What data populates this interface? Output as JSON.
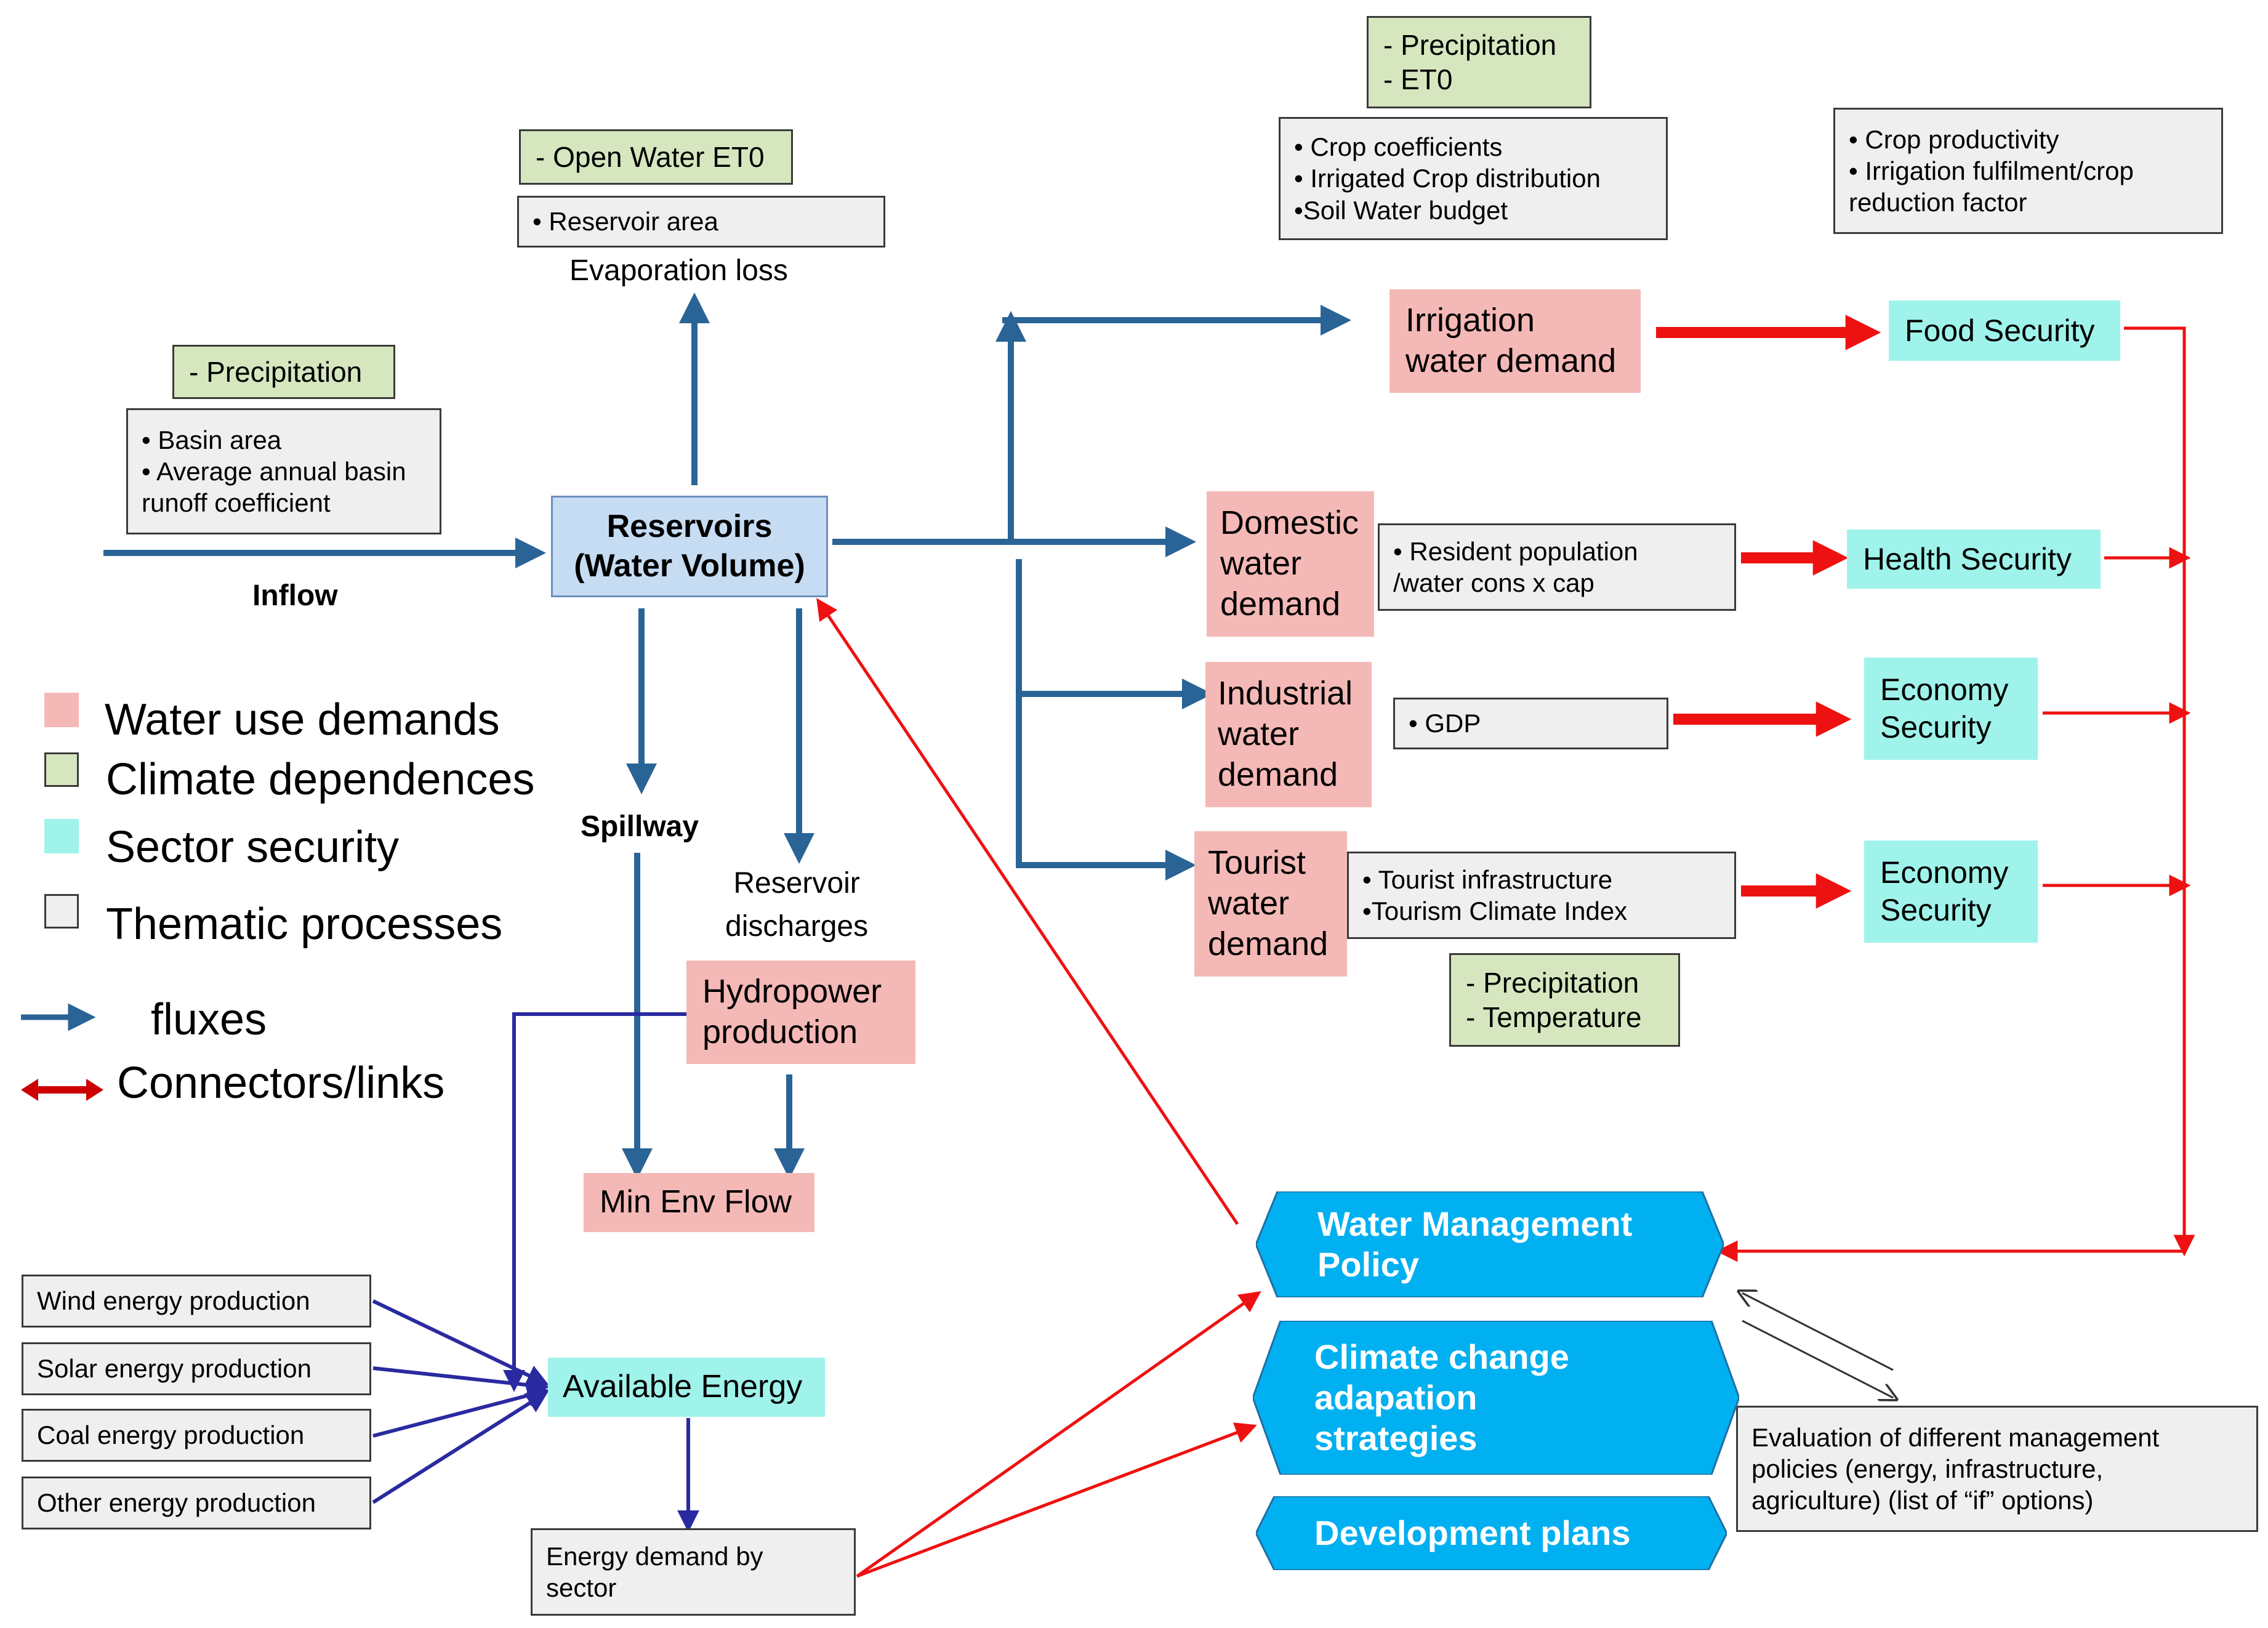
{
  "colors": {
    "flux": "#2a6496",
    "link": "#ee1111",
    "energy_link": "#2a2aa0",
    "demand": "#f4b9b6",
    "climate": "#d6e7bf",
    "sector": "#9ff3ea",
    "thematic": "#efefef",
    "reservoir": "#c6dcf2",
    "policy": "#00b0f0"
  },
  "climate": {
    "open_water": [
      "-  Open Water ET0"
    ],
    "precip_inflow": [
      "-  Precipitation"
    ],
    "precip_eto": [
      "-  Precipitation",
      "-  ET0"
    ],
    "precip_temp": [
      "-  Precipitation",
      "-  Temperature"
    ]
  },
  "thematic": {
    "reservoir_area": [
      "• Reservoir area"
    ],
    "basin": [
      "• Basin area",
      "• Average annual basin",
      "   runoff coefficient"
    ],
    "crop": [
      "• Crop coefficients",
      "• Irrigated Crop distribution",
      "•Soil Water budget"
    ],
    "productivity": [
      "• Crop productivity",
      "• Irrigation fulfilment/crop",
      "   reduction factor"
    ],
    "population": [
      "• Resident population",
      "/water cons x cap"
    ],
    "gdp": [
      "• GDP"
    ],
    "tourist": [
      "• Tourist infrastructure",
      "•Tourism Climate Index"
    ],
    "wind": [
      "Wind energy production"
    ],
    "solar": [
      "Solar energy production"
    ],
    "coal": [
      "Coal energy production"
    ],
    "other": [
      "Other energy production"
    ],
    "energy_demand": [
      "Energy demand by",
      "sector"
    ],
    "evaluation": [
      "Evaluation of different management",
      "policies (energy, infrastructure,",
      "agriculture) (list of “if” options)"
    ]
  },
  "demands": {
    "irrigation": [
      "Irrigation",
      "water demand"
    ],
    "domestic": [
      "Domestic",
      "water",
      "demand"
    ],
    "industrial": [
      "Industrial",
      "water",
      "demand"
    ],
    "tourist": [
      "Tourist",
      "water",
      "demand"
    ],
    "hydropower": [
      "Hydropower",
      "production"
    ],
    "min_env": [
      "Min Env Flow"
    ]
  },
  "sectors": {
    "food": [
      "Food Security"
    ],
    "health": [
      "Health Security"
    ],
    "economy1": [
      "Economy",
      "Security"
    ],
    "economy2": [
      "Economy",
      "Security"
    ],
    "energy": [
      "Available Energy"
    ]
  },
  "reservoir": [
    "Reservoirs",
    "(Water Volume)"
  ],
  "labels": {
    "evaporation": "Evaporation loss",
    "inflow": "Inflow",
    "spillway": "Spillway",
    "discharges": [
      "Reservoir",
      "discharges"
    ]
  },
  "policies": {
    "water_management": [
      "Water Management",
      "Policy"
    ],
    "climate_change": [
      "Climate change",
      "adapation",
      "strategies"
    ],
    "development": [
      "Development plans"
    ]
  },
  "legend": {
    "water_use": "Water use demands",
    "climate": "Climate dependences",
    "sector": "Sector security",
    "thematic": "Thematic processes",
    "fluxes": "fluxes",
    "connectors": "Connectors/links"
  }
}
